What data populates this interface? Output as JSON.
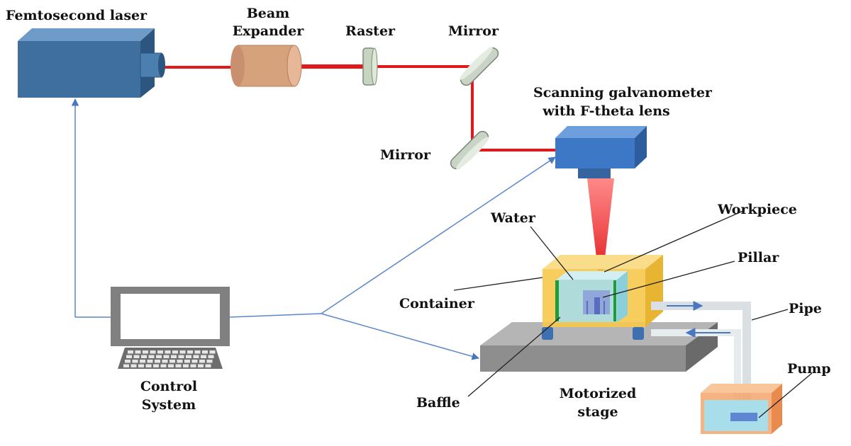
{
  "labels": {
    "laser": "Femtosecond laser",
    "beam_expander_1": "Beam",
    "beam_expander_2": "Expander",
    "raster": "Raster",
    "mirror_top": "Mirror",
    "mirror_bottom": "Mirror",
    "galvo_1": "Scanning galvanometer",
    "galvo_2": "with F-theta lens",
    "water": "Water",
    "workpiece": "Workpiece",
    "pillar": "Pillar",
    "container": "Container",
    "pipe": "Pipe",
    "pump": "Pump",
    "baffle": "Baffle",
    "stage_1": "Motorized",
    "stage_2": "stage",
    "control_1": "Control",
    "control_2": "System"
  },
  "colors": {
    "laser_beam": "#e0191b",
    "control_line": "#5b86c8",
    "device_blue": "#3d6f9f",
    "expander": "#d6a27c",
    "container": "#f6c84b",
    "water": "#a6dde8",
    "baffle": "#1c9c3a",
    "stage": "#909090",
    "pump_box": "#f5a46a",
    "pipe": "#d9dfe3"
  },
  "icons": [
    "laser-box",
    "beam-expander",
    "raster-lens",
    "mirror",
    "galvanometer-head",
    "computer-monitor",
    "keyboard",
    "water-pump"
  ]
}
